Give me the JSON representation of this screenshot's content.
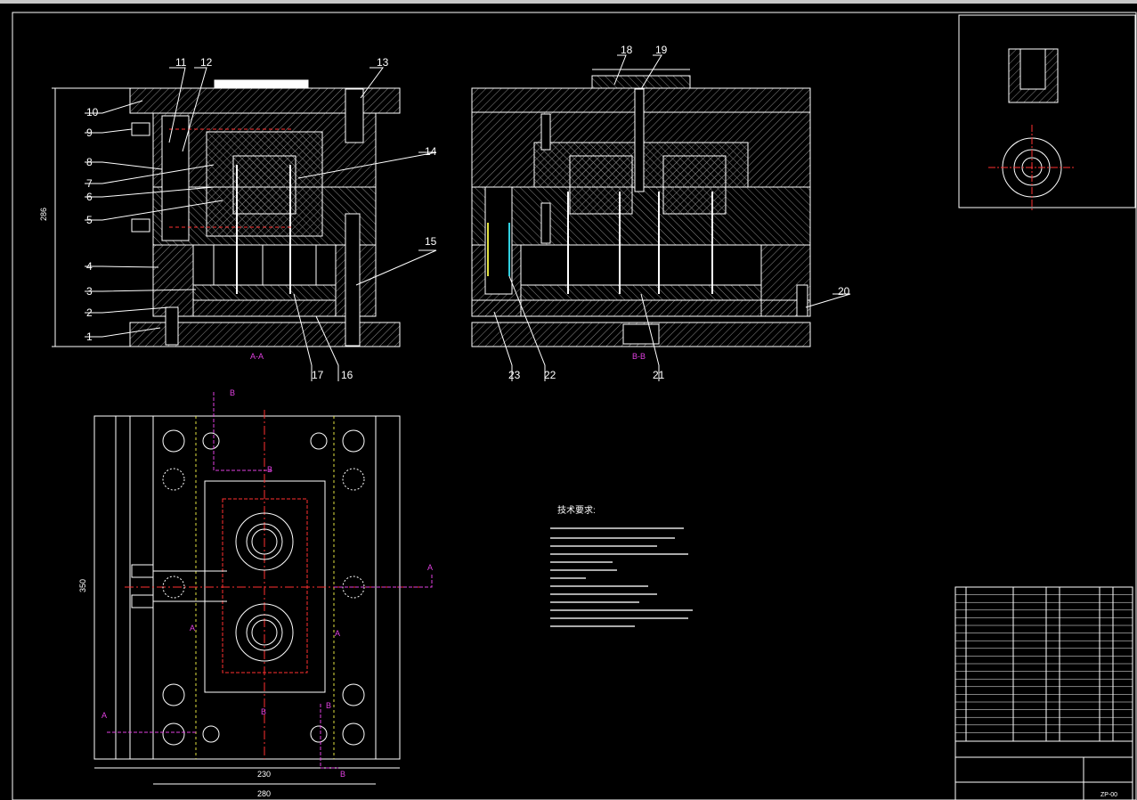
{
  "part_labels_left": [
    "11",
    "12",
    "13",
    "10",
    "9",
    "8",
    "7",
    "6",
    "5",
    "4",
    "3",
    "2",
    "1",
    "14",
    "15",
    "17",
    "16"
  ],
  "part_labels_right": [
    "18",
    "19",
    "20",
    "23",
    "22",
    "21"
  ],
  "section_labels": {
    "aa": "A-A",
    "bb": "B-B"
  },
  "dimensions": {
    "height": "286",
    "width_inner": "230",
    "width_outer": "280",
    "length": "350"
  },
  "cut_markers": {
    "a": "A",
    "b": "B"
  },
  "tech_title": "技术要求:",
  "colors": {
    "line": "#ffffff",
    "centerline": "#ff2020",
    "cut": "#e040e0",
    "hatch": "#9a9a9a",
    "yellow": "#e0e040",
    "cyan": "#30d0e0"
  },
  "title_block": {
    "drawing_no": "ZP-00"
  }
}
